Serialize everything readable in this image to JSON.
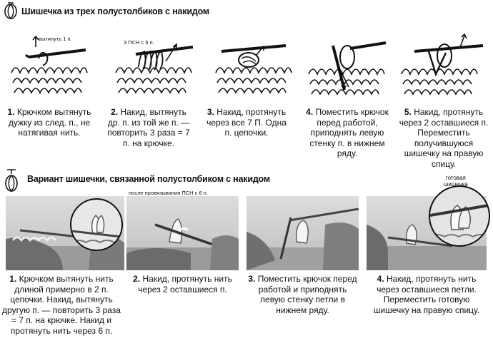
{
  "section1": {
    "title": "Шишечка из трех полустолбиков с накидом",
    "annotations": {
      "pull1": "вытянуть 1 п.",
      "psn6": "3 ПСН с 6 п."
    },
    "steps": [
      {
        "num": "1.",
        "text": "Крючком вытянуть дужку из след. п., не натягивая нить."
      },
      {
        "num": "2.",
        "text": "Накид, вытянуть др. п. из той же п. — повторить 3 раза = 7 п. на крючке."
      },
      {
        "num": "3.",
        "text": "Накид, протянуть через все 7 П. Одна п. цепочки."
      },
      {
        "num": "4.",
        "text": "Поместить крючок перед работой, приподнять левую стенку п. в нижнем ряду."
      },
      {
        "num": "5.",
        "text": "Накид, протянуть через 2 оставшиеся п. Переместить получившуюся шишечку на правую спицу."
      }
    ]
  },
  "section2": {
    "title": "Вариант шишечки, связанной полустолбиком с накидом",
    "annotations": {
      "after": "после провязывания ПСН с 6 п.",
      "ready_line1": "готовая",
      "ready_line2": "шишечка"
    },
    "steps": [
      {
        "num": "1.",
        "text": "Крючком вытянуть нить длиной примерно в 2 п. цепочки. Накид, вытянуть другую п. — повторить 3 раза = 7 п. на крючке. Накид и протянуть нить через 6 п."
      },
      {
        "num": "2.",
        "text": "Накид, протянуть нить через 2 оставшиеся п."
      },
      {
        "num": "3.",
        "text": "Поместить крючок перед работой и приподнять левую стенку петли в нижнем ряду."
      },
      {
        "num": "4.",
        "text": "Накид, протянуть нить через оставшиеся петли. Переместить готовую шишечку на правую спицу."
      }
    ]
  },
  "colors": {
    "ink": "#111111",
    "photo_light": "#dcdcdc",
    "photo_dark": "#8a8a8a"
  }
}
